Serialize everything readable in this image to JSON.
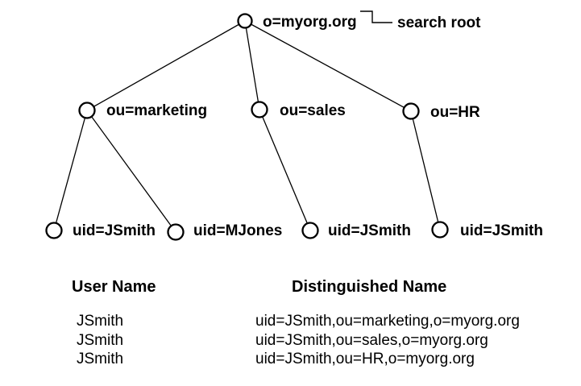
{
  "diagram": {
    "root": {
      "label": "o=myorg.org",
      "annotation": "search root"
    },
    "org_units": [
      {
        "label": "ou=marketing"
      },
      {
        "label": "ou=sales"
      },
      {
        "label": "ou=HR"
      }
    ],
    "users": [
      {
        "label": "uid=JSmith"
      },
      {
        "label": "uid=MJones"
      },
      {
        "label": "uid=JSmith"
      },
      {
        "label": "uid=JSmith"
      }
    ]
  },
  "table": {
    "headers": {
      "user": "User Name",
      "dn": "Distinguished Name"
    },
    "rows": [
      {
        "user": "JSmith",
        "dn": "uid=JSmith,ou=marketing,o=myorg.org"
      },
      {
        "user": "JSmith",
        "dn": "uid=JSmith,ou=sales,o=myorg.org"
      },
      {
        "user": "JSmith",
        "dn": "uid=JSmith,ou=HR,o=myorg.org"
      }
    ]
  },
  "colors": {
    "ink": "#000000",
    "background": "#ffffff"
  }
}
